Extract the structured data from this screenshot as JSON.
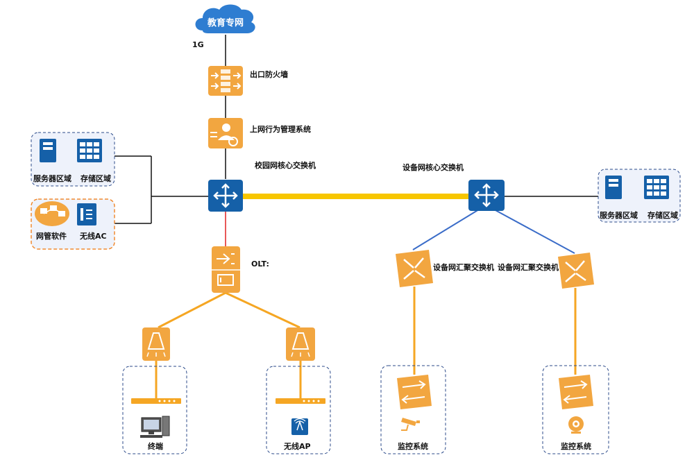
{
  "cloud": {
    "label": "教育专网",
    "color": "#2e7dd1"
  },
  "bandwidth": "1G",
  "devices": {
    "firewall": "出口防火墙",
    "behavior": "上网行为管理系统",
    "campus_core": "校园网核心交换机",
    "device_core": "设备网核心交换机",
    "olt": "OLT:",
    "agg1": "设备网汇聚交换机",
    "agg2": "设备网汇聚交换机"
  },
  "left_group_top": {
    "server": "服务器区域",
    "storage": "存储区域"
  },
  "left_group_bottom": {
    "nms": "网管软件",
    "ac": "无线AC"
  },
  "right_group": {
    "server": "服务器区域",
    "storage": "存储区域"
  },
  "endpoints": {
    "terminal": "终端",
    "ap": "无线AP",
    "monitor1": "监控系统",
    "monitor2": "监控系统"
  },
  "colors": {
    "blue_node": "#1560a8",
    "orange_node": "#f2a640",
    "orange_line": "#f5a623",
    "yellow_link": "#f7c600",
    "blue_line": "#3a6cc8",
    "red_line": "#e02020",
    "group_border": "#2b4a8a",
    "group_fill": "#eef2fb",
    "orange_border": "#f08a30"
  }
}
